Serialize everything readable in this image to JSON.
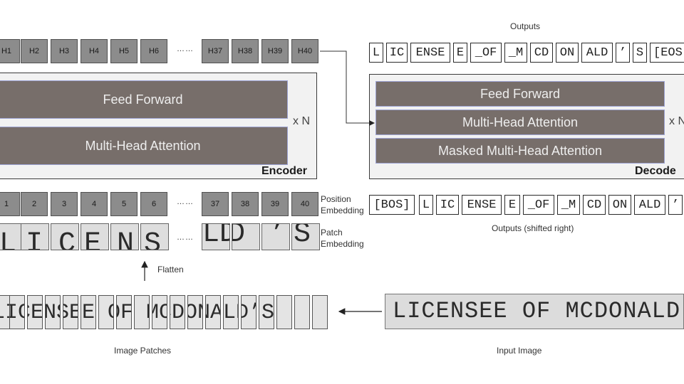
{
  "encoder": {
    "hidden": [
      "H1",
      "H2",
      "H3",
      "H4",
      "H5",
      "H6",
      "H37",
      "H38",
      "H39",
      "H40"
    ],
    "dots": "……",
    "feed_forward": "Feed Forward",
    "attention": "Multi-Head Attention",
    "title": "Encoder",
    "repeat": "x N"
  },
  "decoder": {
    "outputs_label": "Outputs",
    "outputs": [
      "L",
      "IC",
      "ENSE",
      "E",
      "_OF",
      "_M",
      "CD",
      "ON",
      "ALD",
      "’",
      "S",
      "[EOS"
    ],
    "feed_forward": "Feed Forward",
    "cross_attention": "Multi-Head Attention",
    "masked_attention": "Masked Multi-Head Attention",
    "title": "Decode",
    "repeat": "x N",
    "inputs": [
      "[BOS]",
      "L",
      "IC",
      "ENSE",
      "E",
      "_OF",
      "_M",
      "CD",
      "ON",
      "ALD",
      "’"
    ],
    "inputs_label": "Outputs (shifted right)"
  },
  "embeddings": {
    "positions": [
      "1",
      "2",
      "3",
      "4",
      "5",
      "6",
      "37",
      "38",
      "39",
      "40"
    ],
    "dots": "……",
    "position_label_1": "Position",
    "position_label_2": "Embedding",
    "patch_label_1": "Patch",
    "patch_label_2": "Embedding",
    "patch_glyphs": [
      "L",
      "I",
      "C",
      "E",
      "N",
      "S",
      "LD",
      "D",
      "’",
      "S"
    ]
  },
  "flatten_label": "Flatten",
  "image_patches": {
    "text": "LICENSEE OF MCDONALD’S",
    "label": "Image Patches"
  },
  "input_image": {
    "text": "LICENSEE OF MCDONALD’S",
    "label": "Input Image"
  }
}
